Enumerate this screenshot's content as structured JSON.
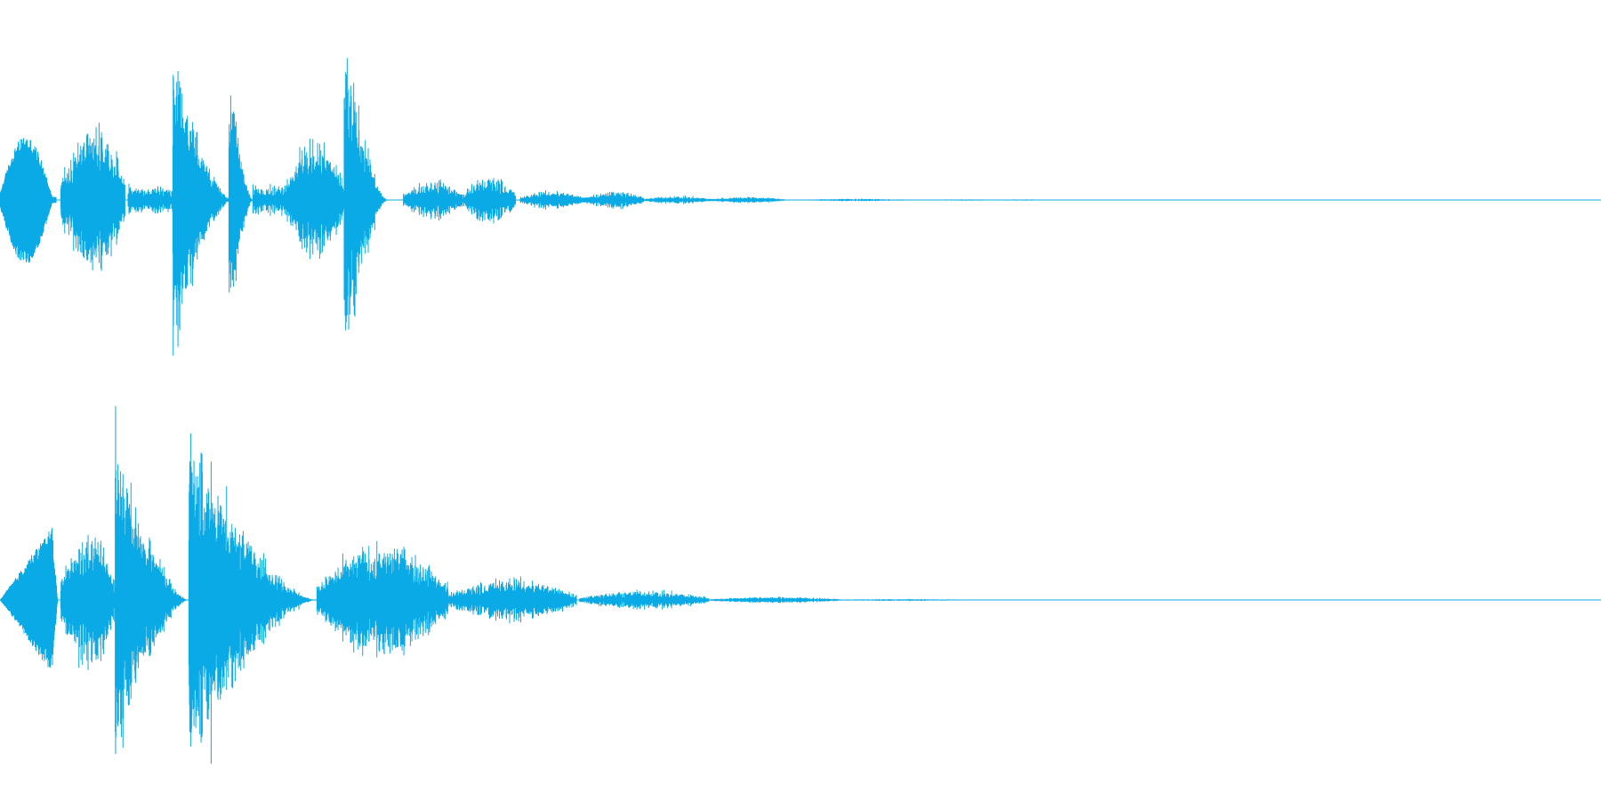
{
  "waveform": {
    "color": "#0aaae6",
    "channels": [
      {
        "name": "channel-1",
        "segments": [
          {
            "start": 0.0,
            "end": 0.035,
            "amp": 0.33,
            "shape": "bulge",
            "density": 2
          },
          {
            "start": 0.038,
            "end": 0.078,
            "amp": 0.46,
            "shape": "burst",
            "density": 3
          },
          {
            "start": 0.08,
            "end": 0.108,
            "amp": 0.09,
            "shape": "noise",
            "density": 2
          },
          {
            "start": 0.108,
            "end": 0.145,
            "amp": 0.95,
            "shape": "spike",
            "density": 3
          },
          {
            "start": 0.143,
            "end": 0.158,
            "amp": 0.84,
            "shape": "spike",
            "density": 3
          },
          {
            "start": 0.158,
            "end": 0.178,
            "amp": 0.1,
            "shape": "noise",
            "density": 2
          },
          {
            "start": 0.178,
            "end": 0.215,
            "amp": 0.38,
            "shape": "burst",
            "density": 3
          },
          {
            "start": 0.215,
            "end": 0.242,
            "amp": 1.0,
            "shape": "spike",
            "density": 3
          },
          {
            "start": 0.252,
            "end": 0.29,
            "amp": 0.13,
            "shape": "burst",
            "density": 2
          },
          {
            "start": 0.29,
            "end": 0.322,
            "amp": 0.16,
            "shape": "burst",
            "density": 2
          },
          {
            "start": 0.325,
            "end": 0.365,
            "amp": 0.06,
            "shape": "burst",
            "density": 2
          },
          {
            "start": 0.365,
            "end": 0.402,
            "amp": 0.06,
            "shape": "burst",
            "density": 2
          },
          {
            "start": 0.402,
            "end": 0.445,
            "amp": 0.025,
            "shape": "burst",
            "density": 2
          },
          {
            "start": 0.443,
            "end": 0.49,
            "amp": 0.02,
            "shape": "burst",
            "density": 2
          },
          {
            "start": 0.505,
            "end": 0.565,
            "amp": 0.008,
            "shape": "burst",
            "density": 2
          },
          {
            "start": 0.59,
            "end": 0.615,
            "amp": 0.004,
            "shape": "burst",
            "density": 2
          },
          {
            "start": 0.63,
            "end": 0.645,
            "amp": 0.003,
            "shape": "burst",
            "density": 2
          }
        ]
      },
      {
        "name": "channel-2",
        "segments": [
          {
            "start": 0.0,
            "end": 0.036,
            "amp": 0.38,
            "shape": "ramp",
            "density": 2
          },
          {
            "start": 0.038,
            "end": 0.072,
            "amp": 0.42,
            "shape": "burst",
            "density": 3
          },
          {
            "start": 0.072,
            "end": 0.118,
            "amp": 1.0,
            "shape": "spike",
            "density": 3
          },
          {
            "start": 0.118,
            "end": 0.198,
            "amp": 1.0,
            "shape": "spike",
            "density": 3
          },
          {
            "start": 0.198,
            "end": 0.28,
            "amp": 0.35,
            "shape": "burst",
            "density": 3
          },
          {
            "start": 0.28,
            "end": 0.36,
            "amp": 0.14,
            "shape": "burst",
            "density": 2
          },
          {
            "start": 0.362,
            "end": 0.443,
            "amp": 0.06,
            "shape": "burst",
            "density": 2
          },
          {
            "start": 0.443,
            "end": 0.525,
            "amp": 0.02,
            "shape": "burst",
            "density": 2
          },
          {
            "start": 0.525,
            "end": 0.602,
            "amp": 0.006,
            "shape": "burst",
            "density": 2
          }
        ]
      }
    ]
  }
}
